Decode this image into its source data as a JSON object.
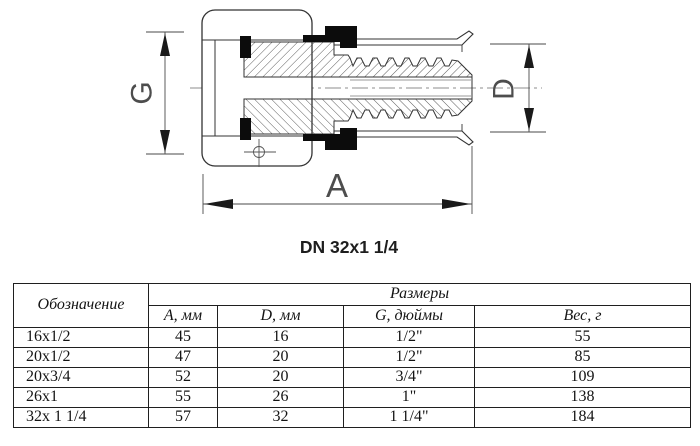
{
  "drawing": {
    "dim_labels": {
      "g": "G",
      "d": "D",
      "a": "A"
    },
    "dn_label": "DN 32x1 1/4",
    "line_color": "#3a3a3a",
    "seal_color": "#0c0c0c"
  },
  "table": {
    "col_designation": "Обозначение",
    "col_sizes": "Размеры",
    "sub_cols": {
      "a": "А, мм",
      "d": "D, мм",
      "g": "G, дюймы",
      "w": "Вес, г"
    },
    "rows": [
      {
        "name": "16x1/2",
        "a": "45",
        "d": "16",
        "g": "1/2\"",
        "w": "55"
      },
      {
        "name": "20x1/2",
        "a": "47",
        "d": "20",
        "g": "1/2\"",
        "w": "85"
      },
      {
        "name": "20x3/4",
        "a": "52",
        "d": "20",
        "g": "3/4\"",
        "w": "109"
      },
      {
        "name": "26x1",
        "a": "55",
        "d": "26",
        "g": "1\"",
        "w": "138"
      },
      {
        "name": "32x 1 1/4",
        "a": "57",
        "d": "32",
        "g": "1 1/4\"",
        "w": "184"
      }
    ]
  }
}
